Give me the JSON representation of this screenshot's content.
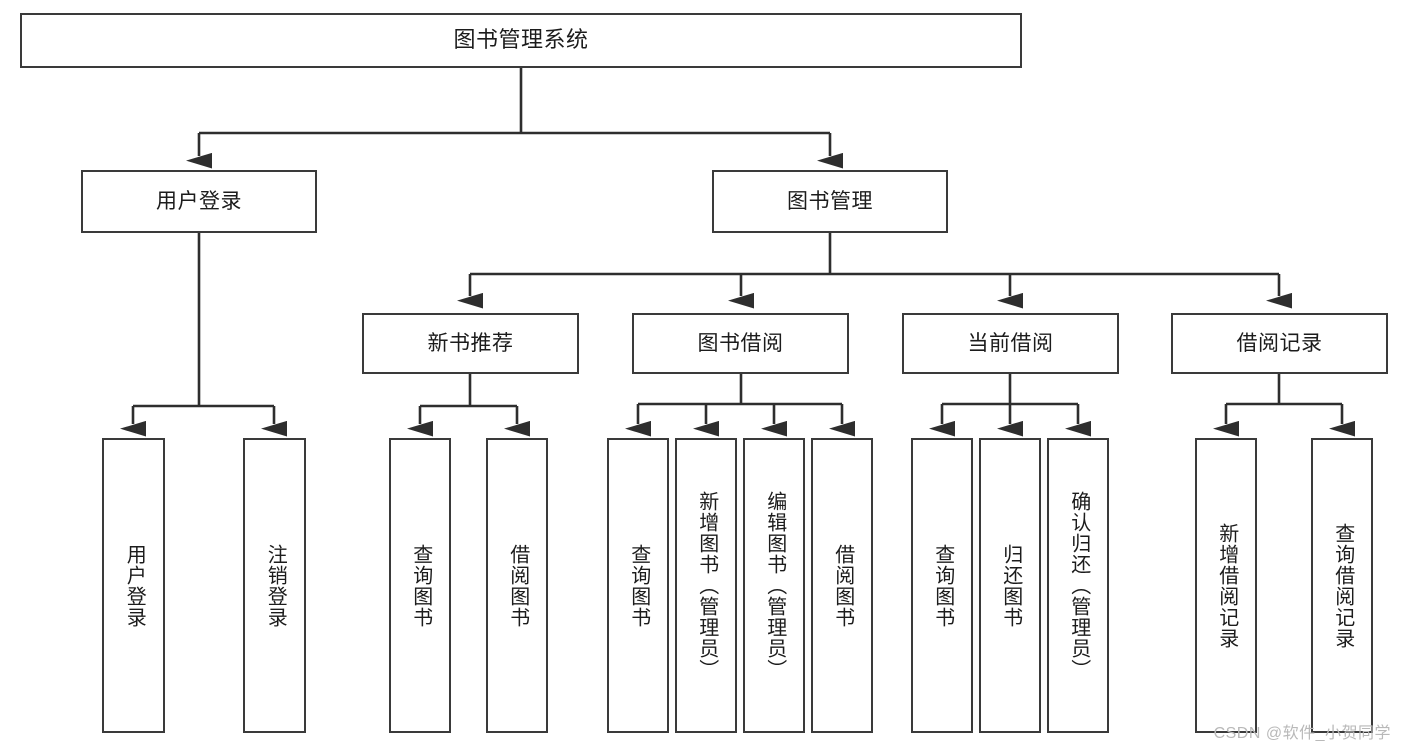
{
  "diagram": {
    "title": "图书管理系统",
    "type": "function-tree",
    "watermark": "CSDN @软件_小贺同学",
    "colors": {
      "box_border": "#3a3a3a",
      "box_fill": "#ffffff",
      "connector": "#2e2e2e",
      "text": "#1c1c1c",
      "watermark": "#b9b9b9"
    },
    "root": {
      "label": "图书管理系统"
    },
    "level2": [
      {
        "id": "user-login",
        "label": "用户登录"
      },
      {
        "id": "book-manage",
        "label": "图书管理"
      }
    ],
    "level3": [
      {
        "id": "new-book-recommend",
        "label": "新书推荐",
        "parent": "book-manage"
      },
      {
        "id": "book-borrow",
        "label": "图书借阅",
        "parent": "book-manage"
      },
      {
        "id": "current-borrow",
        "label": "当前借阅",
        "parent": "book-manage"
      },
      {
        "id": "borrow-record",
        "label": "借阅记录",
        "parent": "book-manage"
      }
    ],
    "leaves": [
      {
        "id": "leaf-user-login",
        "label": "用户登录",
        "parent": "user-login"
      },
      {
        "id": "leaf-user-logout",
        "label": "注销登录",
        "parent": "user-login"
      },
      {
        "id": "leaf-query-book-1",
        "label": "查询图书",
        "parent": "new-book-recommend"
      },
      {
        "id": "leaf-borrow-book-1",
        "label": "借阅图书",
        "parent": "new-book-recommend"
      },
      {
        "id": "leaf-query-book-2",
        "label": "查询图书",
        "parent": "book-borrow"
      },
      {
        "id": "leaf-add-book",
        "label": "新增图书（管理员）",
        "parent": "book-borrow"
      },
      {
        "id": "leaf-edit-book",
        "label": "编辑图书（管理员）",
        "parent": "book-borrow"
      },
      {
        "id": "leaf-borrow-book-2",
        "label": "借阅图书",
        "parent": "book-borrow"
      },
      {
        "id": "leaf-query-book-3",
        "label": "查询图书",
        "parent": "current-borrow"
      },
      {
        "id": "leaf-return-book",
        "label": "归还图书",
        "parent": "current-borrow"
      },
      {
        "id": "leaf-confirm-return",
        "label": "确认归还（管理员）",
        "parent": "current-borrow"
      },
      {
        "id": "leaf-add-record",
        "label": "新增借阅记录",
        "parent": "borrow-record"
      },
      {
        "id": "leaf-query-record",
        "label": "查询借阅记录",
        "parent": "borrow-record"
      }
    ]
  }
}
